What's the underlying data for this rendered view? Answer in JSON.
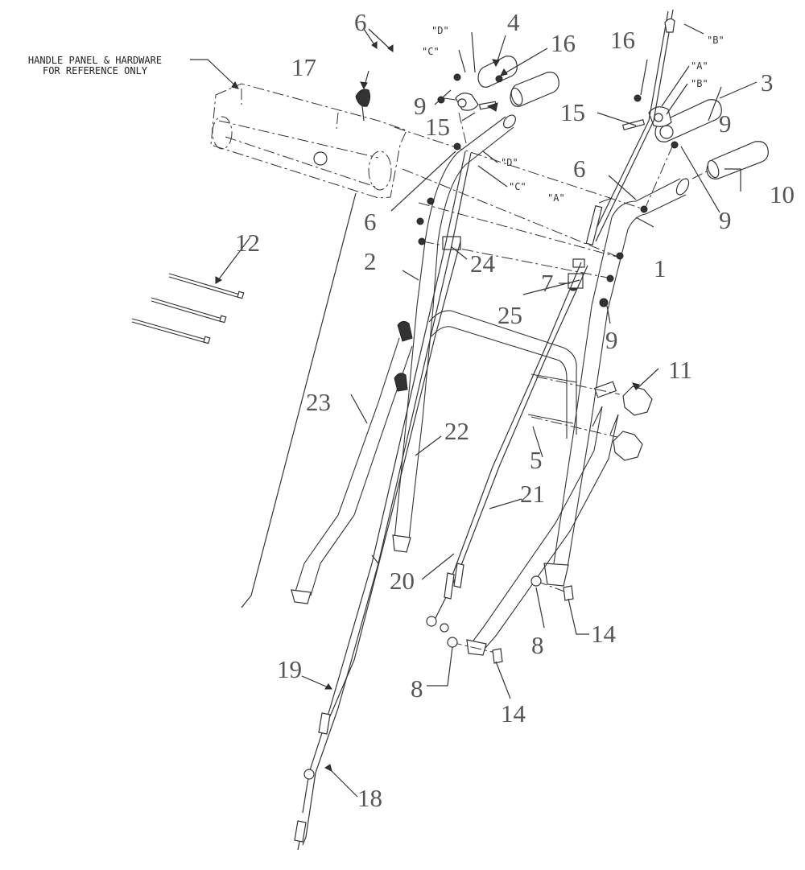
{
  "reference_note": {
    "line1": "HANDLE PANEL & HARDWARE",
    "line2": "FOR REFERENCE ONLY"
  },
  "callouts": [
    {
      "id": "c1",
      "text": "1"
    },
    {
      "id": "c2",
      "text": "2"
    },
    {
      "id": "c3",
      "text": "3"
    },
    {
      "id": "c4",
      "text": "4"
    },
    {
      "id": "c5",
      "text": "5"
    },
    {
      "id": "c6a",
      "text": "6"
    },
    {
      "id": "c6b",
      "text": "6"
    },
    {
      "id": "c6c",
      "text": "6"
    },
    {
      "id": "c7",
      "text": "7"
    },
    {
      "id": "c8a",
      "text": "8"
    },
    {
      "id": "c8b",
      "text": "8"
    },
    {
      "id": "c9a",
      "text": "9"
    },
    {
      "id": "c9b",
      "text": "9"
    },
    {
      "id": "c9c",
      "text": "9"
    },
    {
      "id": "c9d",
      "text": "9"
    },
    {
      "id": "c10",
      "text": "10"
    },
    {
      "id": "c11",
      "text": "11"
    },
    {
      "id": "c12",
      "text": "12"
    },
    {
      "id": "c14a",
      "text": "14"
    },
    {
      "id": "c14b",
      "text": "14"
    },
    {
      "id": "c15a",
      "text": "15"
    },
    {
      "id": "c15b",
      "text": "15"
    },
    {
      "id": "c16a",
      "text": "16"
    },
    {
      "id": "c16b",
      "text": "16"
    },
    {
      "id": "c17",
      "text": "17"
    },
    {
      "id": "c18",
      "text": "18"
    },
    {
      "id": "c19",
      "text": "19"
    },
    {
      "id": "c20",
      "text": "20"
    },
    {
      "id": "c21",
      "text": "21"
    },
    {
      "id": "c22",
      "text": "22"
    },
    {
      "id": "c23",
      "text": "23"
    },
    {
      "id": "c24",
      "text": "24"
    },
    {
      "id": "c25",
      "text": "25"
    }
  ],
  "connection_letters": [
    {
      "id": "lA1",
      "text": "\"A\""
    },
    {
      "id": "lA2",
      "text": "\"A\""
    },
    {
      "id": "lB1",
      "text": "\"B\""
    },
    {
      "id": "lB2",
      "text": "\"B\""
    },
    {
      "id": "lC1",
      "text": "\"C\""
    },
    {
      "id": "lC2",
      "text": "\"C\""
    },
    {
      "id": "lD1",
      "text": "\"D\""
    },
    {
      "id": "lD2",
      "text": "\"D\""
    }
  ]
}
